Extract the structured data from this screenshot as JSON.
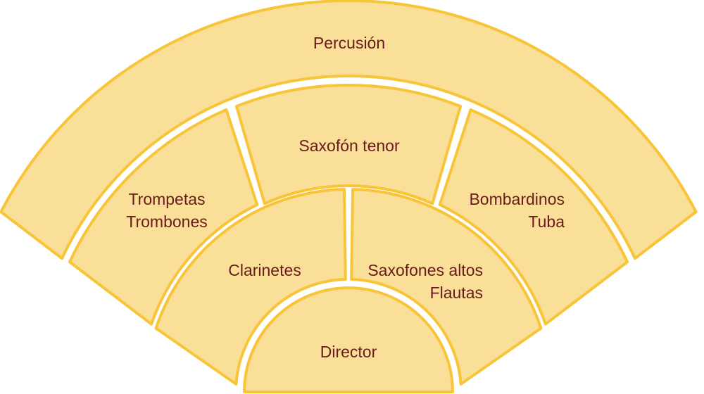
{
  "title": "Distribución de la banda",
  "sections": {
    "percusion": "Percusión",
    "saxofon_tenor": "Saxofón tenor",
    "trompetas": "Trompetas",
    "trombones": "Trombones",
    "bombardinos": "Bombardinos",
    "tuba": "Tuba",
    "clarinetes": "Clarinetes",
    "saxofones_altos": "Saxofones altos",
    "flautas": "Flautas",
    "director": "Director"
  },
  "colors": {
    "fill": "#FADF98",
    "stroke": "#F8C438",
    "text": "#6B1A1A"
  }
}
